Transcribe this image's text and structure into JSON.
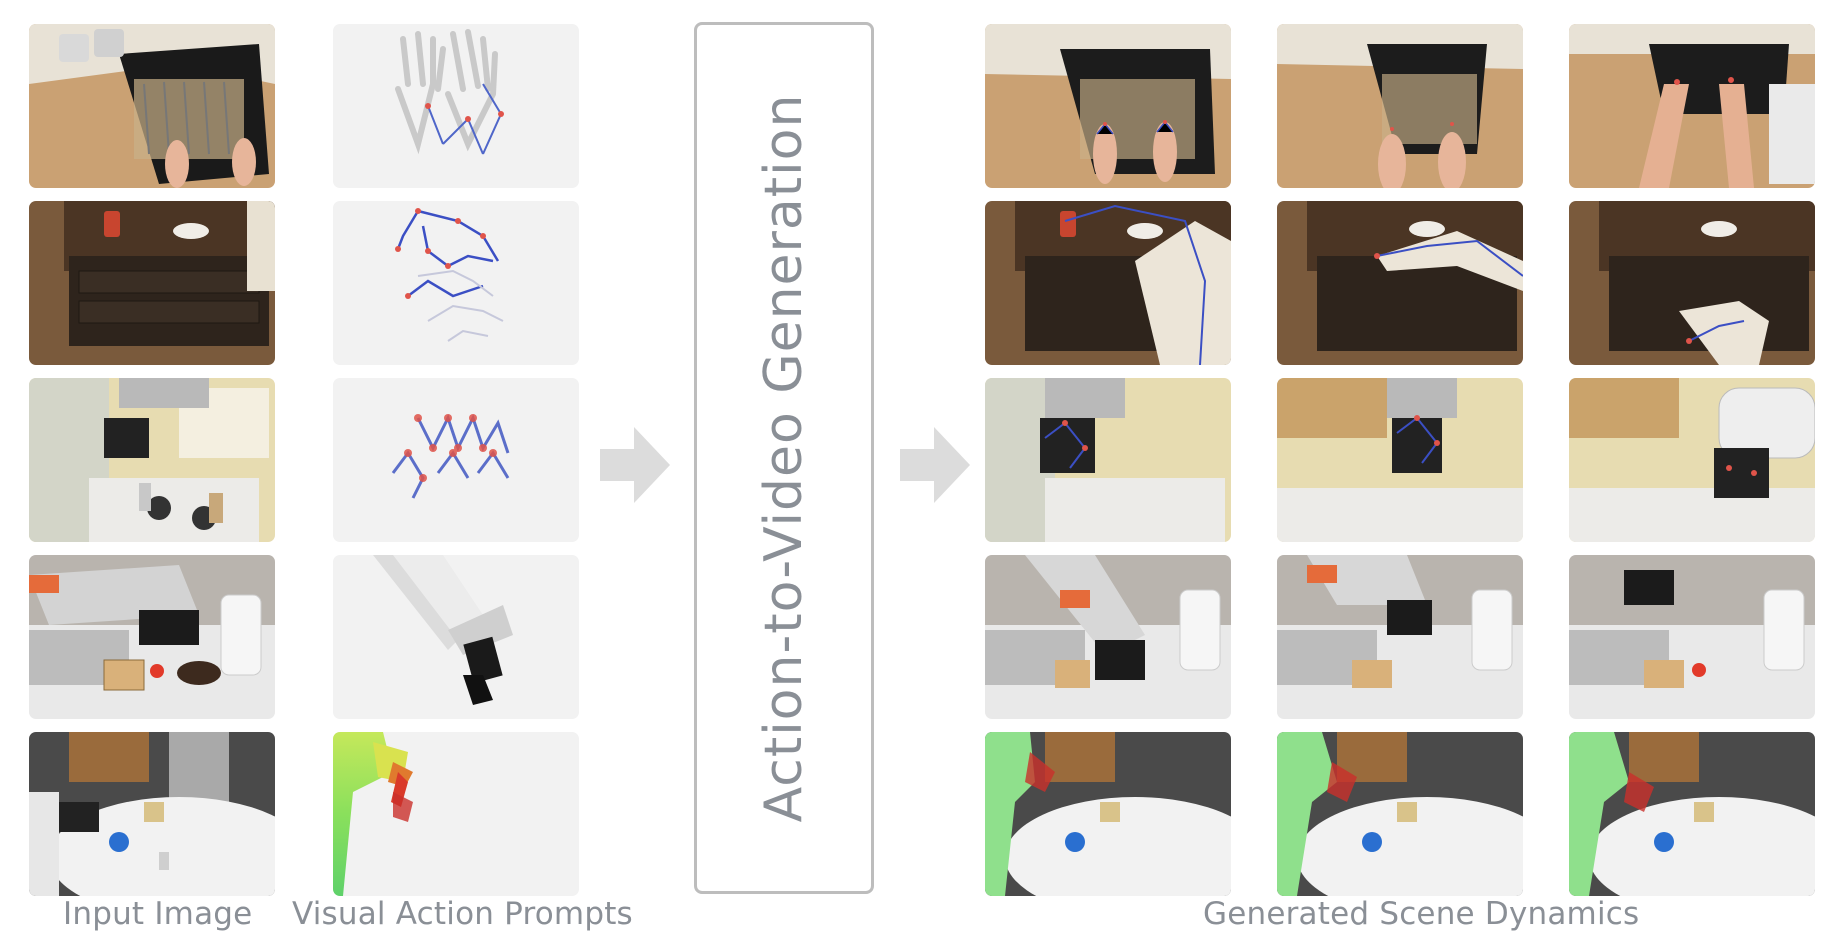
{
  "captions": {
    "input": "Input Image",
    "prompts": "Visual Action Prompts",
    "generated": "Generated Scene Dynamics"
  },
  "center_box": {
    "label": "Action-to-Video Generation"
  },
  "rows": [
    {
      "scene": "oven-with-hands",
      "prompt": "hand-skeleton-faded"
    },
    {
      "scene": "drawer-cabinet-with-robot-arm",
      "prompt": "hand-skeleton-strong"
    },
    {
      "scene": "kitchen-stove-robot-gripper",
      "prompt": "gripper-skeleton"
    },
    {
      "scene": "sink-counter-robot-arm",
      "prompt": "rendered-arm-mesh"
    },
    {
      "scene": "desk-table-robot-arm",
      "prompt": "colored-arm-mesh"
    }
  ],
  "colors": {
    "caption": "#8a8f96",
    "box_border": "#bdbdbd",
    "arrow": "#dcdcdc",
    "skeleton_line": "#3b4fc4",
    "skeleton_joint": "#e0544a"
  }
}
